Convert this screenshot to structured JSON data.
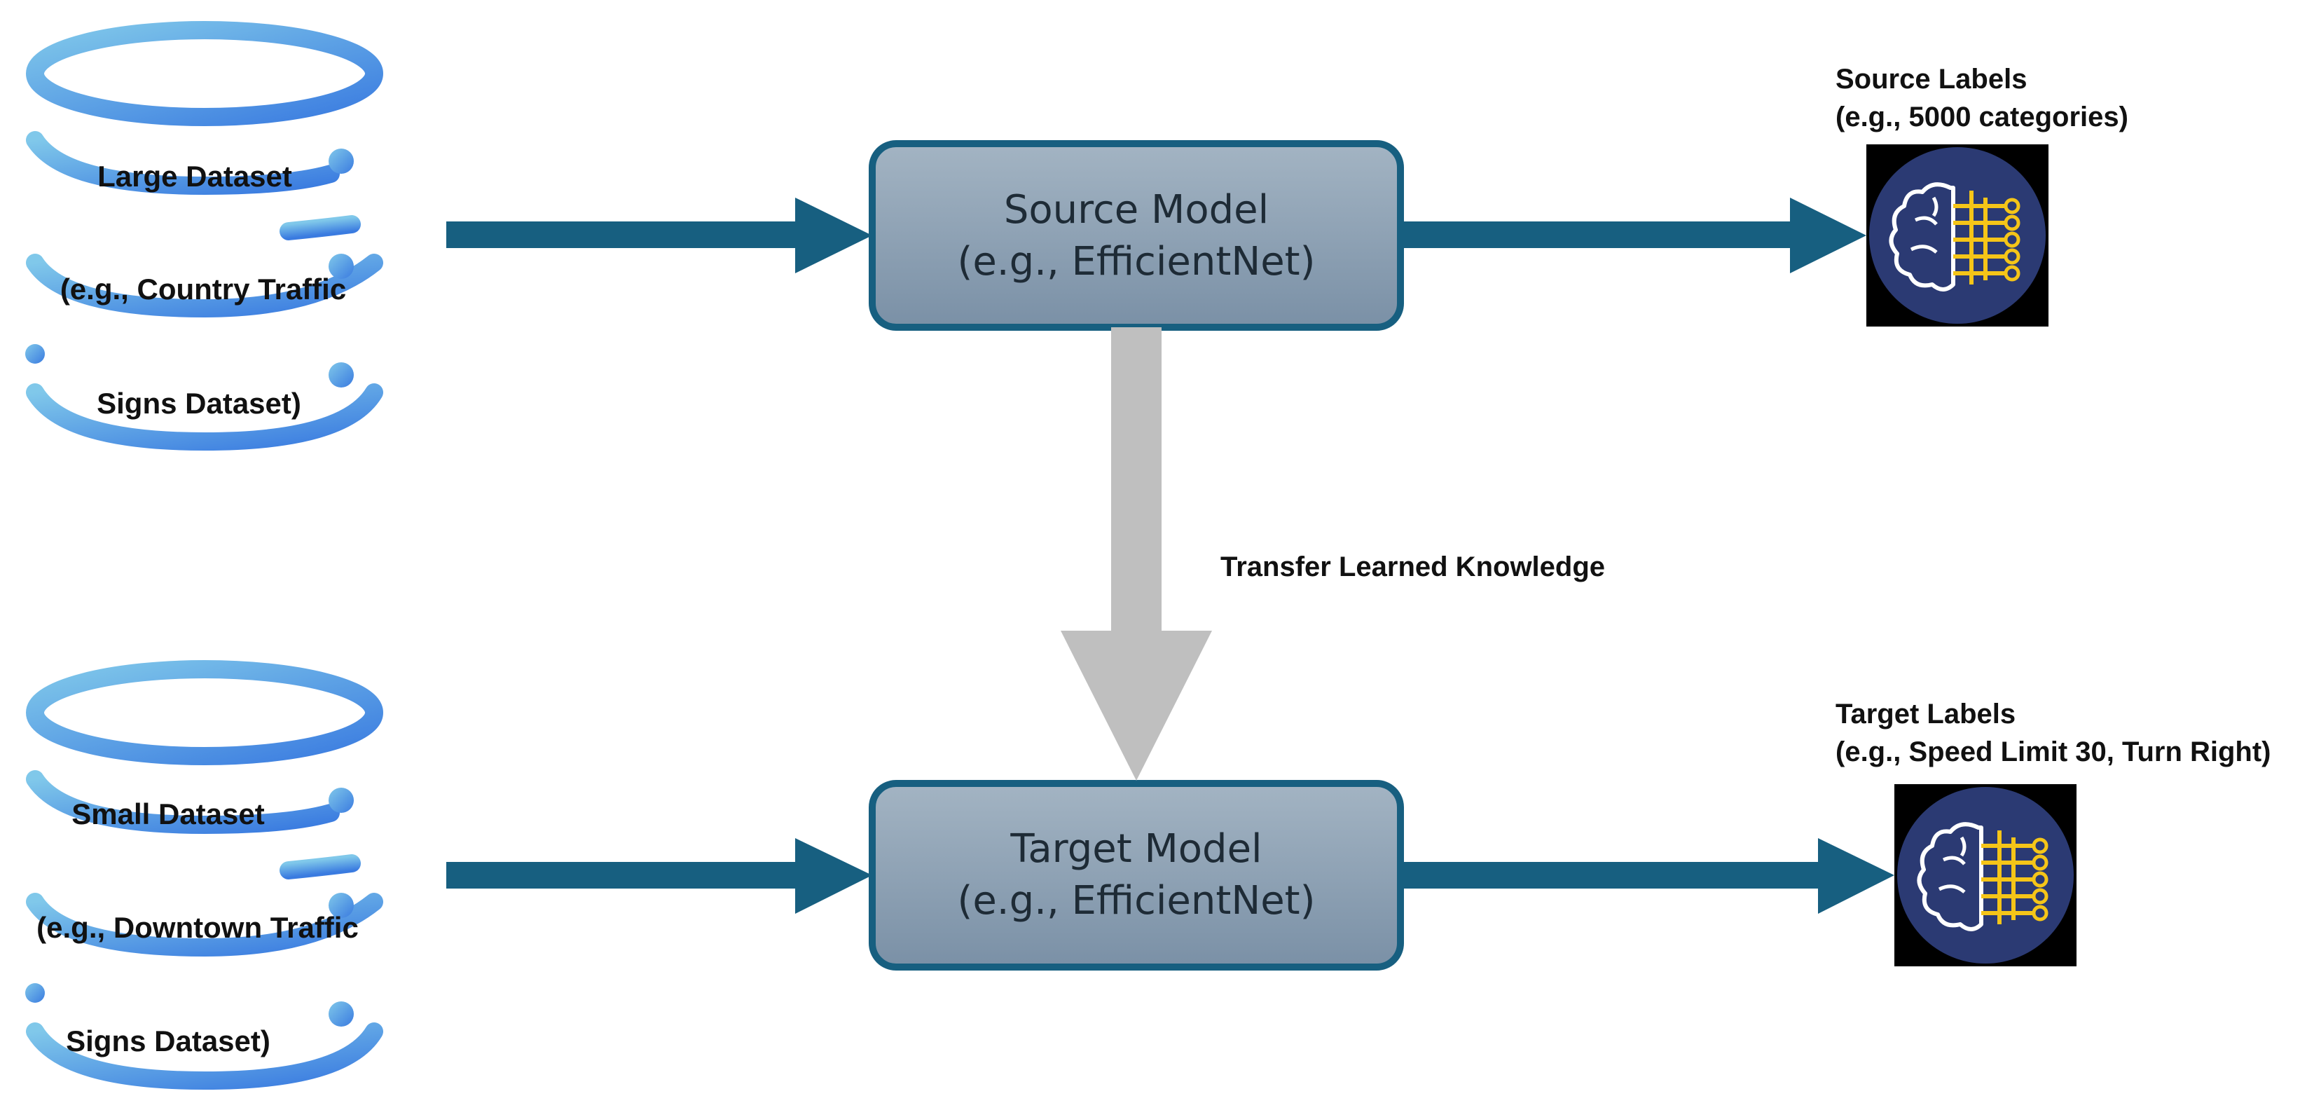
{
  "colors": {
    "arrow": "#175f80",
    "transfer_arrow": "#bfbfbf",
    "db_gradient_top": "#7ec4e8",
    "db_gradient_bottom": "#3d7fe0",
    "box_fill_top": "#9fb1c1",
    "box_fill_bottom": "#7d93a8",
    "box_border": "#175f80",
    "brain_bg": "#2b3a73",
    "brain_lines": "#f5c518"
  },
  "source_dataset": {
    "icon": "database-icon",
    "line1": "Large Dataset",
    "line2": "(e.g., Country Traffic",
    "line3": "Signs Dataset)"
  },
  "target_dataset": {
    "icon": "database-icon",
    "line1": "Small Dataset",
    "line2": "(e.g., Downtown Traffic",
    "line3": "Signs Dataset)"
  },
  "source_model": {
    "line1": "Source Model",
    "line2": "(e.g., EfficientNet)"
  },
  "target_model": {
    "line1": "Target Model",
    "line2": "(e.g., EfficientNet)"
  },
  "transfer_label": "Transfer Learned Knowledge",
  "source_labels": {
    "title": "Source Labels",
    "subtitle": "(e.g., 5000 categories)",
    "icon": "ai-brain-icon"
  },
  "target_labels": {
    "title": "Target Labels",
    "subtitle": "(e.g., Speed Limit 30, Turn Right)",
    "icon": "ai-brain-icon"
  }
}
